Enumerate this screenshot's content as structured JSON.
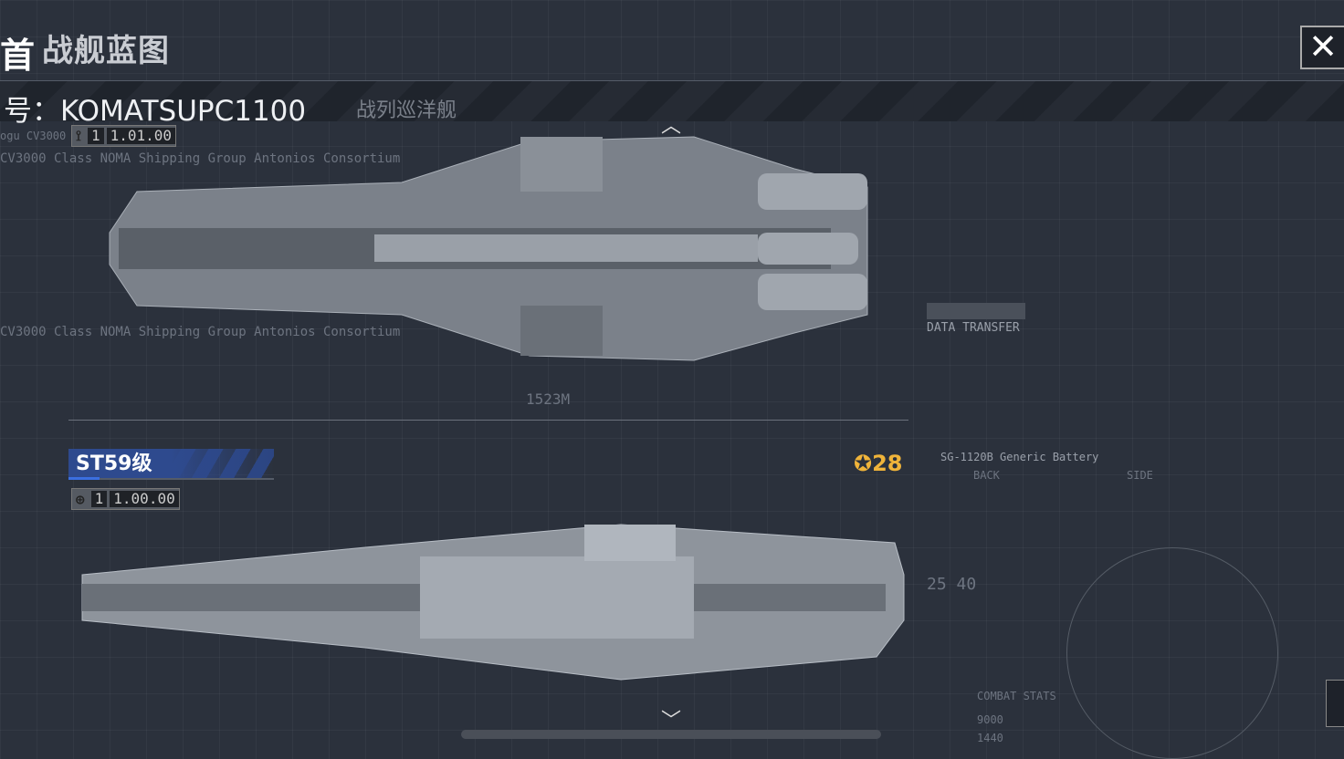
{
  "header": {
    "title": "战舰蓝图",
    "title_overlay": "首",
    "subtype": "战列巡洋舰",
    "ship_name": "号：KOMATSUPC1100",
    "close_label": "✕"
  },
  "ship1": {
    "badge_level": "1",
    "badge_version": "1.01.00",
    "caption_a": "ogu CV3000",
    "caption_b": "CV3000 Class NOMA Shipping Group Antonios Consortium",
    "length": "1523M"
  },
  "ship2": {
    "class_label": "ST59级",
    "badge_level": "1",
    "badge_version": "1.00.00",
    "count": "28",
    "count_color": "#f0b43a"
  },
  "panels": {
    "data_transfer": "DATA TRANSFER",
    "battery": "SG-1120B Generic Battery",
    "back": "BACK",
    "side": "SIDE",
    "combat_stats": "COMBAT STATS",
    "stat_a": "9000",
    "stat_b": "1440",
    "gauge": "25 40"
  }
}
